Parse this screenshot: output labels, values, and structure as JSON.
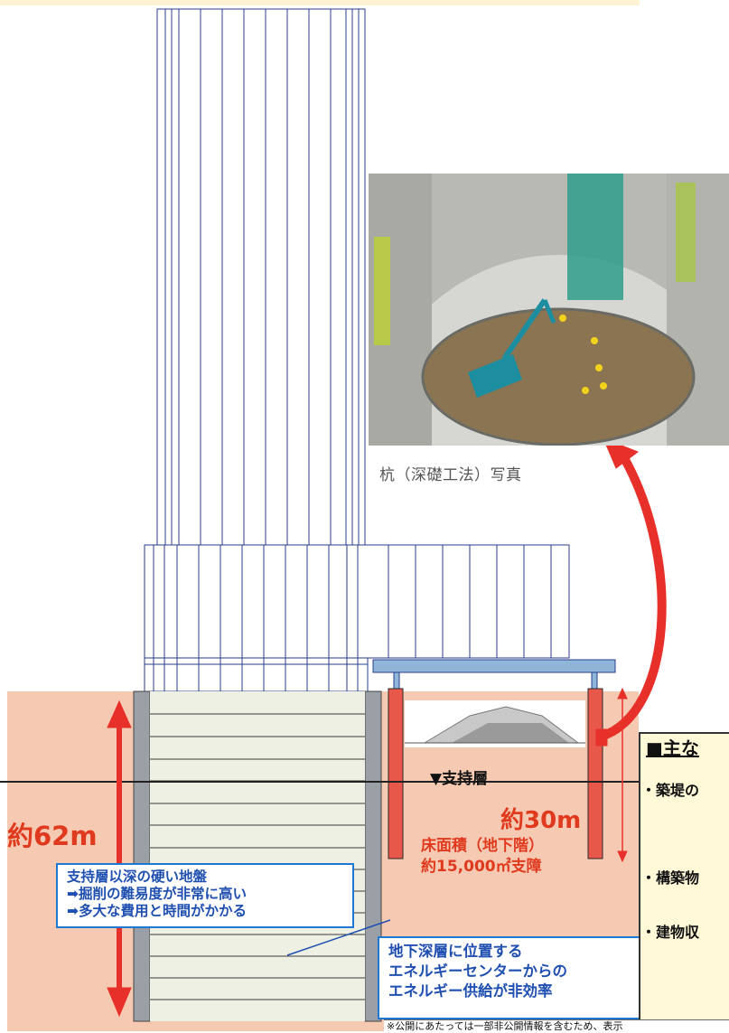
{
  "photo": {
    "caption": "杭（深礎工法）写真"
  },
  "labels": {
    "depth_total": "約62m",
    "depth_pile": "約30m",
    "support_layer": "▼支持層",
    "floor_area_line1": "床面積（地下階）",
    "floor_area_line2": "約15,000㎡支障"
  },
  "hard_ground_box": {
    "lines": [
      "支持層以深の硬い地盤",
      "➡掘削の難易度が非常に高い",
      "➡多大な費用と時間がかかる"
    ]
  },
  "energy_box": {
    "lines": [
      "地下深層に位置する",
      "エネルギーセンターからの",
      "エネルギー供給が非効率"
    ]
  },
  "side_panel": {
    "title": "■主な",
    "items": [
      "・築堤の",
      "・構築物",
      "・建物収"
    ]
  },
  "footnote": "※公開にあたっては一部非公開情報を含むため、表示",
  "colors": {
    "ground": "#f6cab2",
    "arrow_red": "#e8302a",
    "box_blue": "#1f78d1",
    "pile_red": "#e8584a",
    "structure_line": "#2a3e8c"
  }
}
